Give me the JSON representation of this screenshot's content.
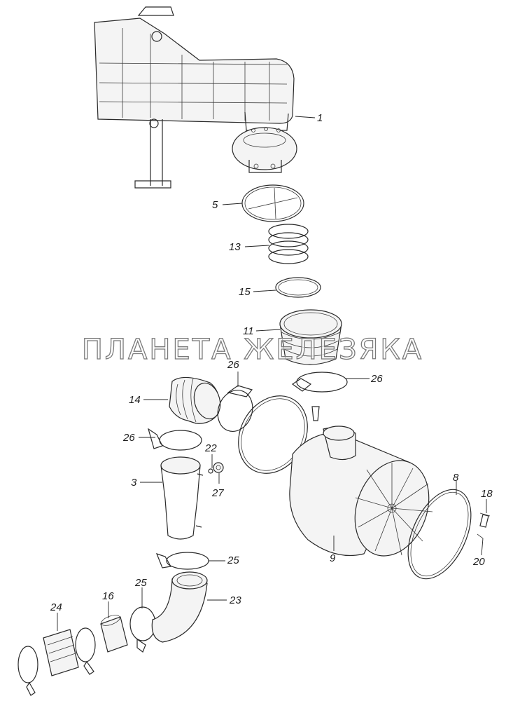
{
  "watermark": "ПЛАНЕТА ЖЕЛЕЗЯКА",
  "callouts": [
    "1",
    "5",
    "13",
    "15",
    "11",
    "26",
    "26",
    "14",
    "26",
    "22",
    "3",
    "27",
    "25",
    "9",
    "8",
    "18",
    "20",
    "25",
    "16",
    "24",
    "23"
  ]
}
